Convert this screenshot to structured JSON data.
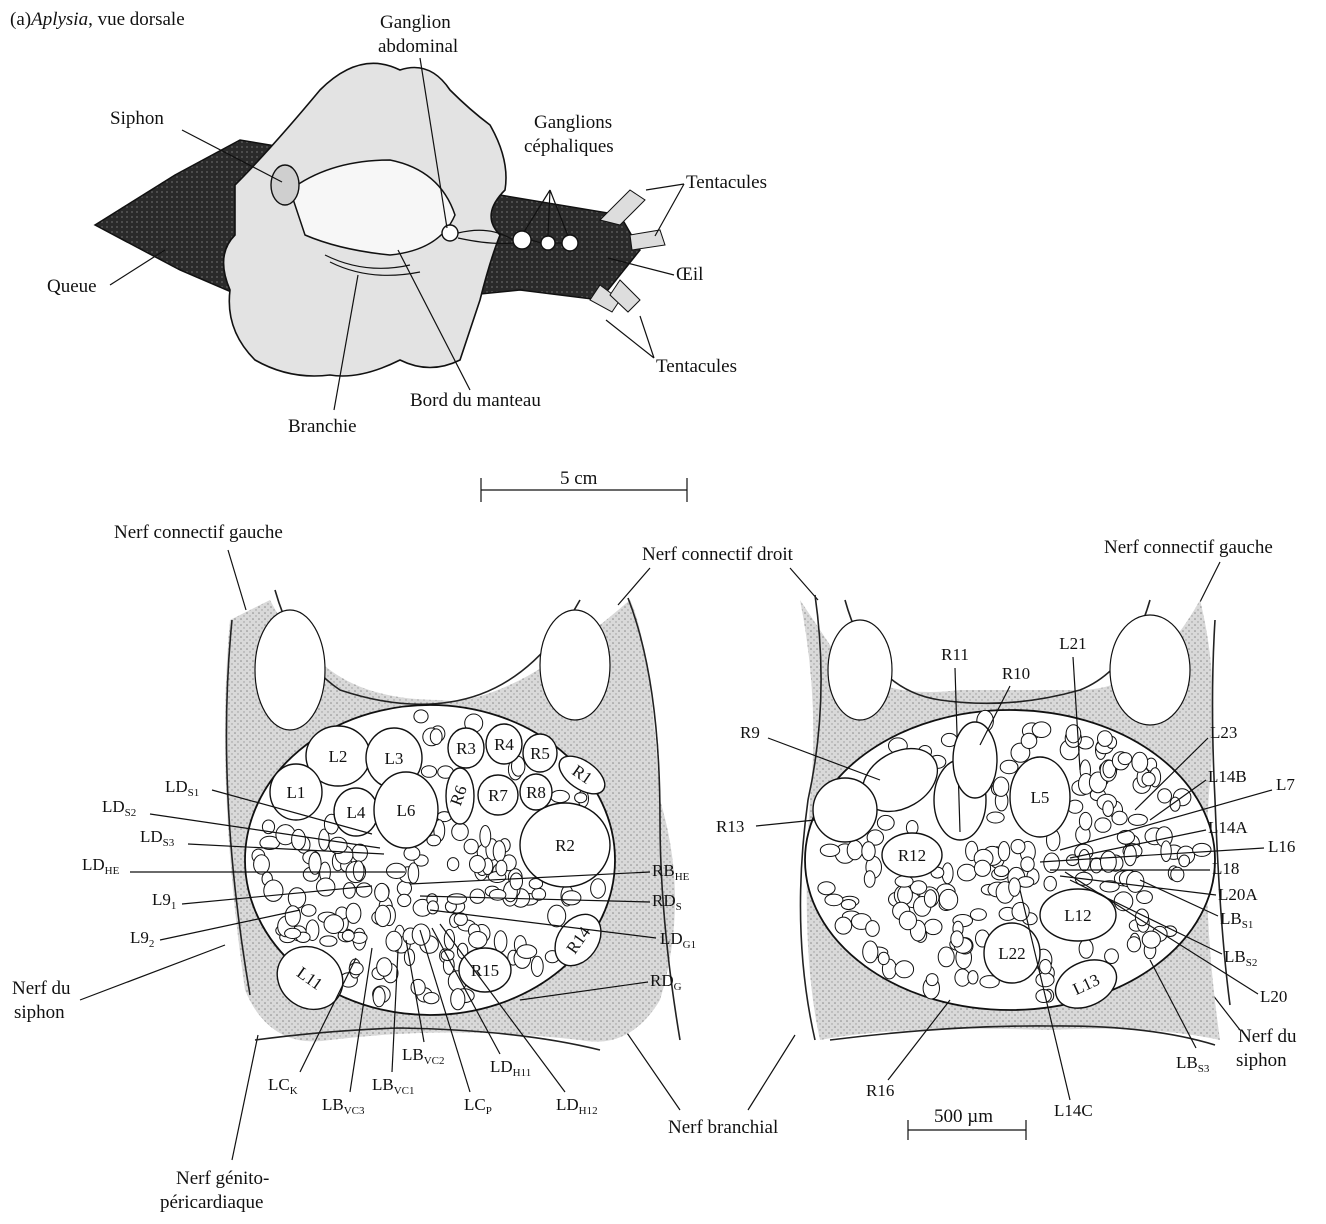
{
  "caption": {
    "prefix": "(a)",
    "species": "Aplysia",
    "rest": ", vue dorsale"
  },
  "animal_labels": {
    "ganglion_abdominal": [
      "Ganglion",
      "abdominal"
    ],
    "siphon": "Siphon",
    "ganglions_cephaliques": [
      "Ganglions",
      "céphaliques"
    ],
    "tentacules_top": "Tentacules",
    "oeil": "Œil",
    "queue": "Queue",
    "tentacules_bottom": "Tentacules",
    "bord_manteau": "Bord du manteau",
    "branchie": "Branchie"
  },
  "scale_bars": {
    "animal": "5 cm",
    "ganglion": "500 µm"
  },
  "ganglion_labels": {
    "nerf_connectif_gauche_left": "Nerf connectif gauche",
    "nerf_connectif_droit": "Nerf connectif droit",
    "nerf_connectif_gauche_right": "Nerf connectif gauche",
    "nerf_siphon_left": [
      "Nerf du",
      "siphon"
    ],
    "nerf_genito": [
      "Nerf génito-",
      "péricardiaque"
    ],
    "nerf_branchial": "Nerf  branchial",
    "nerf_siphon_right": [
      "Nerf du",
      "siphon"
    ]
  },
  "left_cells": [
    "L1",
    "L2",
    "L3",
    "L4",
    "L6",
    "L11",
    "R2",
    "R3",
    "R4",
    "R5",
    "R6",
    "R7",
    "R8",
    "R1",
    "R14",
    "R15"
  ],
  "right_cells": [
    "R11",
    "R10",
    "L21",
    "R9",
    "R13",
    "R12",
    "L5",
    "L12",
    "L22",
    "L13"
  ],
  "left_callouts": [
    {
      "base": "LD",
      "sub": "S1"
    },
    {
      "base": "LD",
      "sub": "S2"
    },
    {
      "base": "LD",
      "sub": "S3"
    },
    {
      "base": "LD",
      "sub": "HE"
    },
    {
      "base": "L9",
      "sub": "1"
    },
    {
      "base": "L9",
      "sub": "2"
    },
    {
      "base": "RB",
      "sub": "HE"
    },
    {
      "base": "RD",
      "sub": "S"
    },
    {
      "base": "LD",
      "sub": "G1"
    },
    {
      "base": "RD",
      "sub": "G"
    },
    {
      "base": "LC",
      "sub": "K"
    },
    {
      "base": "LB",
      "sub": "VC3"
    },
    {
      "base": "LB",
      "sub": "VC1"
    },
    {
      "base": "LB",
      "sub": "VC2"
    },
    {
      "base": "LC",
      "sub": "P"
    },
    {
      "base": "LD",
      "sub": "H11"
    },
    {
      "base": "LD",
      "sub": "H12"
    }
  ],
  "right_callouts": [
    {
      "base": "L23",
      "sub": ""
    },
    {
      "base": "L14B",
      "sub": ""
    },
    {
      "base": "L7",
      "sub": ""
    },
    {
      "base": "L14A",
      "sub": ""
    },
    {
      "base": "L16",
      "sub": ""
    },
    {
      "base": "L18",
      "sub": ""
    },
    {
      "base": "L20A",
      "sub": ""
    },
    {
      "base": "LB",
      "sub": "S1"
    },
    {
      "base": "LB",
      "sub": "S2"
    },
    {
      "base": "L20",
      "sub": ""
    },
    {
      "base": "LB",
      "sub": "S3"
    },
    {
      "base": "R16",
      "sub": ""
    },
    {
      "base": "L14C",
      "sub": ""
    }
  ]
}
